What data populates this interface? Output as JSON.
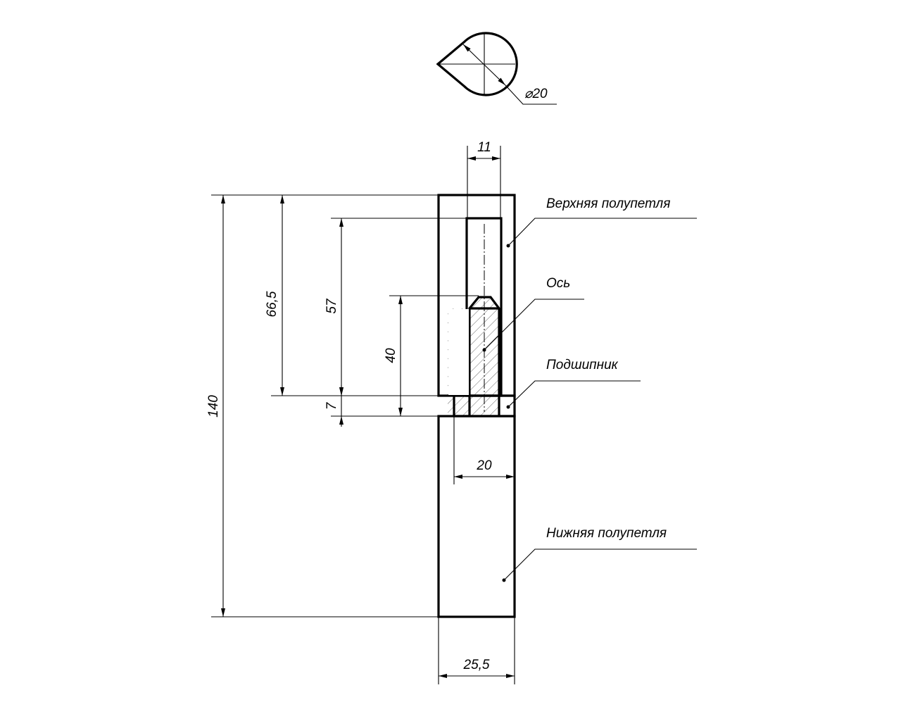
{
  "top_view": {
    "diameter_label": "⌀20"
  },
  "dimensions": {
    "total_height": "140",
    "upper_half_height": "66,5",
    "bore_depth": "57",
    "axis_length": "40",
    "bearing_height": "7",
    "bore_width": "11",
    "bearing_width": "20",
    "outer_width": "25,5"
  },
  "labels": {
    "upper_half": "Верхняя полупетля",
    "axis": "Ось",
    "bearing": "Подшипник",
    "lower_half": "Нижняя полупетля"
  }
}
